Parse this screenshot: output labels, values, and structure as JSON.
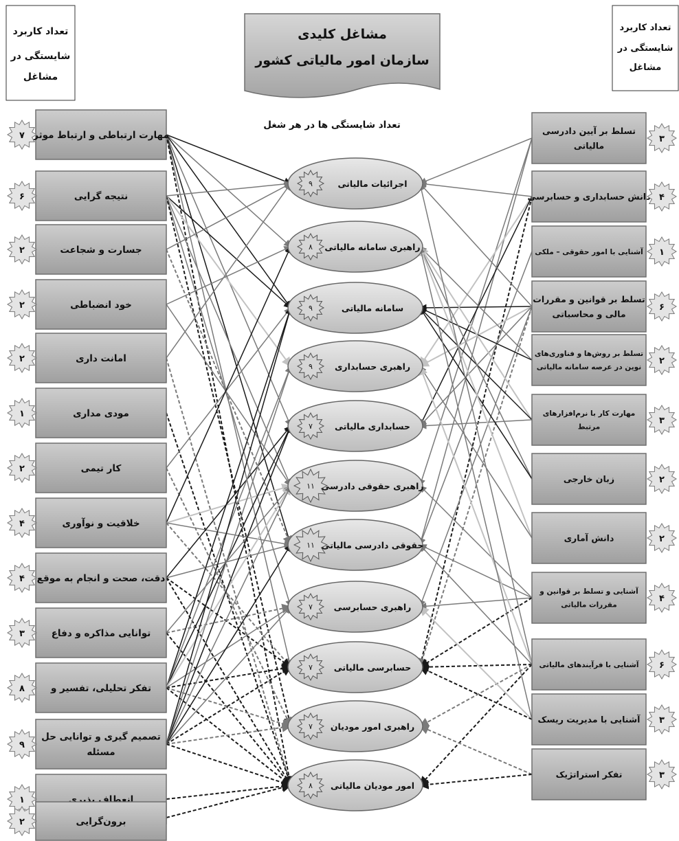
{
  "header": {
    "title_line1": "مشاغل کلیدی",
    "title_line2": "سازمان امور مالیاتی کشور",
    "left_box_lines": [
      "تعداد کاربرد",
      "شایستگی در",
      "مشاغل"
    ],
    "right_box_lines": [
      "تعداد کاربرد",
      "شایستگی در",
      "مشاغل"
    ],
    "center_caption": "تعداد شایستگی ها در هر شغل"
  },
  "jobs": [
    {
      "label": "اجرائیات مالیاتی",
      "count": "۹"
    },
    {
      "label": "راهبری سامانه مالیاتی",
      "count": "۸"
    },
    {
      "label": "سامانه مالیاتی",
      "count": "۹"
    },
    {
      "label": "راهبری حسابداری",
      "count": "۹"
    },
    {
      "label": "حسابداری مالیاتی",
      "count": "۷"
    },
    {
      "label": "راهبری حقوقی دادرسی",
      "count": "۱۱"
    },
    {
      "label": "حقوقی دادرسی مالیاتی",
      "count": "۱۱"
    },
    {
      "label": "راهبری حسابرسی",
      "count": "۷"
    },
    {
      "label": "حسابرسی مالیاتی",
      "count": "۷"
    },
    {
      "label": "راهبری امور مودیان",
      "count": "۷"
    },
    {
      "label": "امور مودیان مالیاتی",
      "count": "۸"
    }
  ],
  "left_competencies": [
    {
      "lines": [
        "مهارت ارتباطی و ارتباط موثر"
      ],
      "count": "۷"
    },
    {
      "lines": [
        "نتیجه گرایی"
      ],
      "count": "۶"
    },
    {
      "lines": [
        "جسارت و شجاعت"
      ],
      "count": "۲"
    },
    {
      "lines": [
        "خود انضباطی"
      ],
      "count": "۲"
    },
    {
      "lines": [
        "امانت داری"
      ],
      "count": "۲"
    },
    {
      "lines": [
        "مودی مداری"
      ],
      "count": "۱"
    },
    {
      "lines": [
        "کار تیمی"
      ],
      "count": "۲"
    },
    {
      "lines": [
        "خلاقیت و نوآوری"
      ],
      "count": "۴"
    },
    {
      "lines": [
        "دقت، صحت و انجام به موقع"
      ],
      "count": "۴"
    },
    {
      "lines": [
        "توانایی مذاکره و دفاع"
      ],
      "count": "۳"
    },
    {
      "lines": [
        "تفکر تحلیلی، تفسیر و"
      ],
      "count": "۸"
    },
    {
      "lines": [
        "تصمیم گیری و توانایی حل",
        "مسئله"
      ],
      "count": "۹"
    },
    {
      "lines": [
        "انعطاف پذیری"
      ],
      "count": "۱"
    },
    {
      "lines": [
        "برون‌گرایی"
      ],
      "count": "۲"
    }
  ],
  "right_competencies": [
    {
      "lines": [
        "تسلط بر آیین دادرسی",
        "مالیاتی"
      ],
      "count": "۳"
    },
    {
      "lines": [
        "دانش حسابداری و حسابرسی"
      ],
      "count": "۴"
    },
    {
      "lines": [
        "آشنایی با امور حقوقی – ملکی"
      ],
      "count": "۱"
    },
    {
      "lines": [
        "تسلط بر قوانین و مقررات",
        "مالی و محاسباتی"
      ],
      "count": "۶"
    },
    {
      "lines": [
        "تسلط بر روش‌ها و فناوری‌های",
        "نوین در عرصه سامانه مالیاتی"
      ],
      "count": "۲"
    },
    {
      "lines": [
        "مهارت کار با نرم‌افزارهای",
        "مرتبط"
      ],
      "count": "۳"
    },
    {
      "lines": [
        "زبان خارجی"
      ],
      "count": "۲"
    },
    {
      "lines": [
        "دانش آماری"
      ],
      "count": "۲"
    },
    {
      "lines": [
        "آشنایی  و تسلط بر قوانین و",
        "مقررات مالیاتی"
      ],
      "count": "۴"
    },
    {
      "lines": [
        "آشنایی با فرآیندهای مالیاتی"
      ],
      "count": "۶"
    },
    {
      "lines": [
        "آشنایی با مدیریت ریسک"
      ],
      "count": "۳"
    },
    {
      "lines": [
        "تفکر استراتژیک"
      ],
      "count": "۳"
    }
  ],
  "links": [
    {
      "from": "L0",
      "to": 0,
      "style": "dark"
    },
    {
      "from": "L0",
      "to": 1,
      "style": "mid"
    },
    {
      "from": "L0",
      "to": 2,
      "style": "dark"
    },
    {
      "from": "L0",
      "to": 4,
      "style": "mid"
    },
    {
      "from": "L0",
      "to": 6,
      "style": "dark"
    },
    {
      "from": "L0",
      "to": 8,
      "style": "mid"
    },
    {
      "from": "L0",
      "to": 10,
      "style": "dash-dark"
    },
    {
      "from": "L1",
      "to": 0,
      "style": "mid"
    },
    {
      "from": "L1",
      "to": 2,
      "style": "dark"
    },
    {
      "from": "L1",
      "to": 3,
      "style": "light"
    },
    {
      "from": "L1",
      "to": 5,
      "style": "mid"
    },
    {
      "from": "L1",
      "to": 7,
      "style": "mid"
    },
    {
      "from": "L1",
      "to": 9,
      "style": "dash-dark"
    },
    {
      "from": "L2",
      "to": 0,
      "style": "mid"
    },
    {
      "from": "L2",
      "to": 6,
      "style": "dash-mid"
    },
    {
      "from": "L3",
      "to": 1,
      "style": "mid"
    },
    {
      "from": "L3",
      "to": 5,
      "style": "mid"
    },
    {
      "from": "L4",
      "to": 0,
      "style": "mid"
    },
    {
      "from": "L4",
      "to": 10,
      "style": "dash-mid"
    },
    {
      "from": "L5",
      "to": 10,
      "style": "dash-dark"
    },
    {
      "from": "L6",
      "to": 2,
      "style": "mid"
    },
    {
      "from": "L6",
      "to": 9,
      "style": "dash-mid"
    },
    {
      "from": "L7",
      "to": 1,
      "style": "dark"
    },
    {
      "from": "L7",
      "to": 5,
      "style": "light"
    },
    {
      "from": "L7",
      "to": 6,
      "style": "mid"
    },
    {
      "from": "L7",
      "to": 8,
      "style": "dash-mid"
    },
    {
      "from": "L8",
      "to": 4,
      "style": "dark"
    },
    {
      "from": "L8",
      "to": 6,
      "style": "mid"
    },
    {
      "from": "L8",
      "to": 8,
      "style": "dash-dark"
    },
    {
      "from": "L8",
      "to": 10,
      "style": "dash-dark"
    },
    {
      "from": "L9",
      "to": 5,
      "style": "mid"
    },
    {
      "from": "L9",
      "to": 7,
      "style": "dash-mid"
    },
    {
      "from": "L9",
      "to": 10,
      "style": "dash-dark"
    },
    {
      "from": "L10",
      "to": 2,
      "style": "dark"
    },
    {
      "from": "L10",
      "to": 3,
      "style": "mid"
    },
    {
      "from": "L10",
      "to": 4,
      "style": "dark"
    },
    {
      "from": "L10",
      "to": 5,
      "style": "light"
    },
    {
      "from": "L10",
      "to": 7,
      "style": "mid"
    },
    {
      "from": "L10",
      "to": 8,
      "style": "dash-dark"
    },
    {
      "from": "L10",
      "to": 9,
      "style": "dash-mid"
    },
    {
      "from": "L10",
      "to": 10,
      "style": "dash-dark"
    },
    {
      "from": "L11",
      "to": 2,
      "style": "dark"
    },
    {
      "from": "L11",
      "to": 3,
      "style": "mid"
    },
    {
      "from": "L11",
      "to": 4,
      "style": "dark"
    },
    {
      "from": "L11",
      "to": 5,
      "style": "mid"
    },
    {
      "from": "L11",
      "to": 6,
      "style": "dark"
    },
    {
      "from": "L11",
      "to": 7,
      "style": "mid"
    },
    {
      "from": "L11",
      "to": 8,
      "style": "dash-dark"
    },
    {
      "from": "L11",
      "to": 9,
      "style": "dash-mid"
    },
    {
      "from": "L11",
      "to": 10,
      "style": "dash-dark"
    },
    {
      "from": "L12",
      "to": 10,
      "style": "dash-dark"
    },
    {
      "from": "L13",
      "to": 10,
      "style": "dash-dark"
    },
    {
      "from": "R0",
      "to": 0,
      "style": "mid"
    },
    {
      "from": "R0",
      "to": 5,
      "style": "mid"
    },
    {
      "from": "R0",
      "to": 6,
      "style": "mid"
    },
    {
      "from": "R1",
      "to": 0,
      "style": "mid"
    },
    {
      "from": "R1",
      "to": 3,
      "style": "light"
    },
    {
      "from": "R1",
      "to": 4,
      "style": "dark"
    },
    {
      "from": "R1",
      "to": 8,
      "style": "dash-dark"
    },
    {
      "from": "R2",
      "to": 6,
      "style": "mid"
    },
    {
      "from": "R3",
      "to": 0,
      "style": "mid"
    },
    {
      "from": "R3",
      "to": 2,
      "style": "dark"
    },
    {
      "from": "R3",
      "to": 3,
      "style": "light"
    },
    {
      "from": "R3",
      "to": 4,
      "style": "mid"
    },
    {
      "from": "R3",
      "to": 7,
      "style": "mid"
    },
    {
      "from": "R3",
      "to": 8,
      "style": "dash-mid"
    },
    {
      "from": "R4",
      "to": 1,
      "style": "mid"
    },
    {
      "from": "R4",
      "to": 2,
      "style": "dark"
    },
    {
      "from": "R5",
      "to": 1,
      "style": "light"
    },
    {
      "from": "R5",
      "to": 2,
      "style": "dark"
    },
    {
      "from": "R5",
      "to": 4,
      "style": "mid"
    },
    {
      "from": "R6",
      "to": 1,
      "style": "mid"
    },
    {
      "from": "R6",
      "to": 2,
      "style": "dark"
    },
    {
      "from": "R7",
      "to": 1,
      "style": "light"
    },
    {
      "from": "R7",
      "to": 3,
      "style": "mid"
    },
    {
      "from": "R8",
      "to": 5,
      "style": "mid"
    },
    {
      "from": "R8",
      "to": 6,
      "style": "mid"
    },
    {
      "from": "R8",
      "to": 7,
      "style": "mid"
    },
    {
      "from": "R8",
      "to": 8,
      "style": "dash-dark"
    },
    {
      "from": "R9",
      "to": 0,
      "style": "mid"
    },
    {
      "from": "R9",
      "to": 3,
      "style": "light"
    },
    {
      "from": "R9",
      "to": 6,
      "style": "mid"
    },
    {
      "from": "R9",
      "to": 8,
      "style": "dash-dark"
    },
    {
      "from": "R9",
      "to": 9,
      "style": "dash-mid"
    },
    {
      "from": "R9",
      "to": 10,
      "style": "dash-dark"
    },
    {
      "from": "R10",
      "to": 1,
      "style": "mid"
    },
    {
      "from": "R10",
      "to": 7,
      "style": "light"
    },
    {
      "from": "R10",
      "to": 8,
      "style": "dash-dark"
    },
    {
      "from": "R11",
      "to": 9,
      "style": "dash-mid"
    },
    {
      "from": "R11",
      "to": 10,
      "style": "dash-dark"
    }
  ],
  "colors": {
    "box_fill": "#b8b8b8",
    "box_stroke": "#6f6f6f",
    "ellipse_fill": "#cfcfcf",
    "burst_fill": "#e4e4e4",
    "line_dark": "#1a1a1a",
    "line_mid": "#7a7a7a",
    "line_light": "#c2c2c2"
  }
}
